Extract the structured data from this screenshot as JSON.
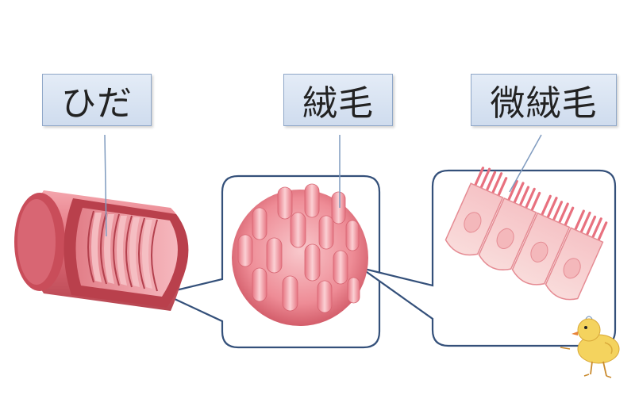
{
  "labels": {
    "folds": "ひだ",
    "villi": "絨毛",
    "microvilli": "微絨毛"
  },
  "colors": {
    "tissue_pink": "#e8717f",
    "tissue_light": "#f7b9bf",
    "callout_border": "#34507a",
    "label_fill": "#dbe5f3",
    "leader_line": "#7f9bbf",
    "chick_yellow": "#f4d35e"
  }
}
